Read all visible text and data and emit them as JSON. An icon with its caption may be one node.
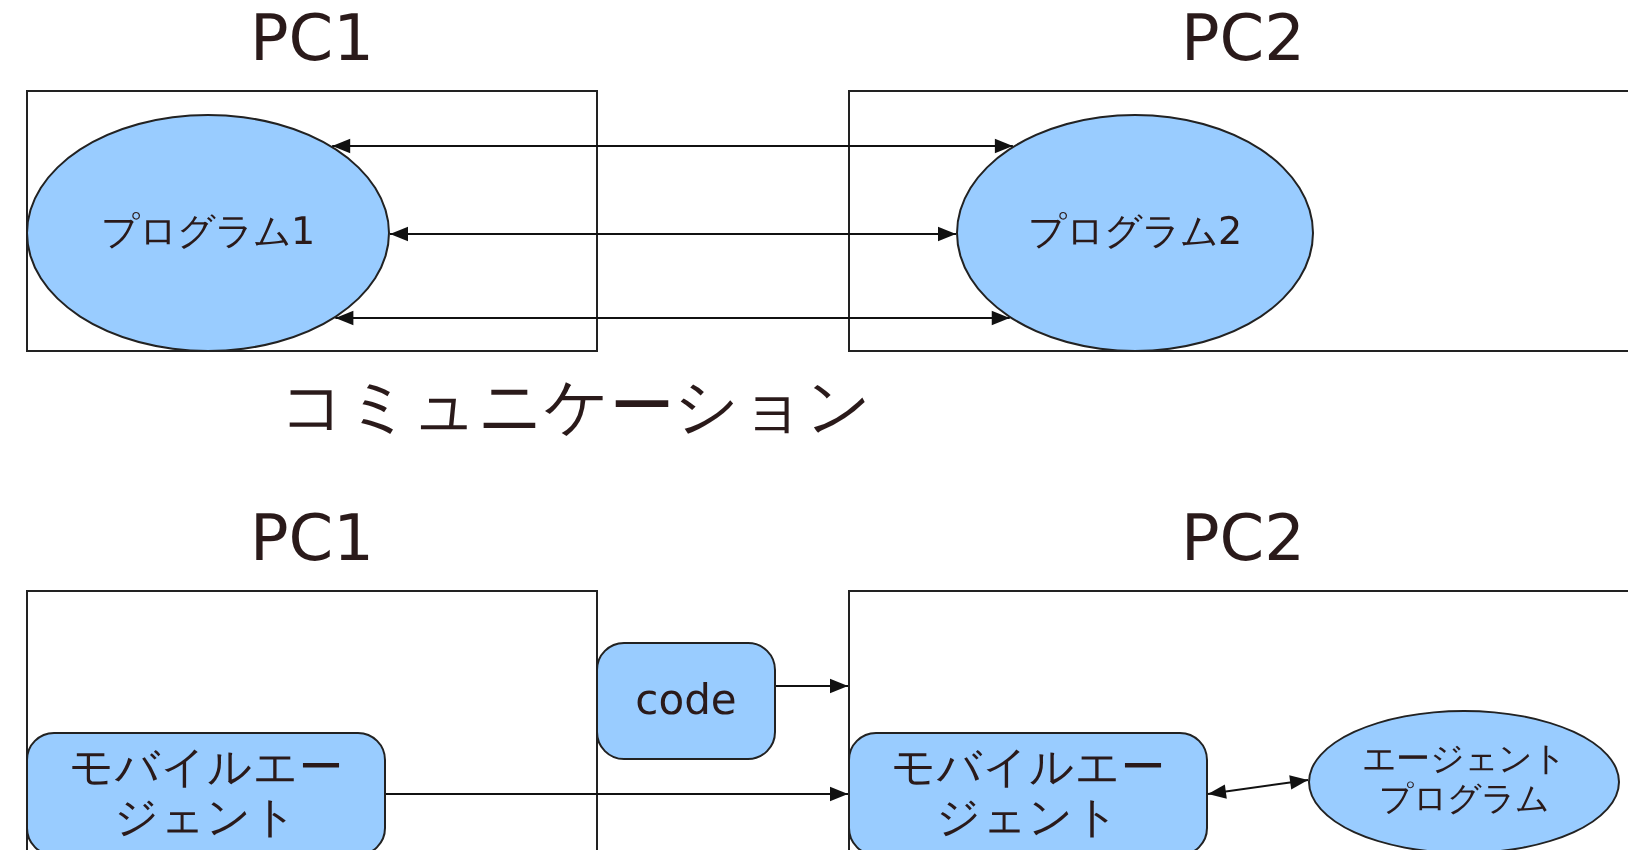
{
  "diagram": {
    "nodes": [
      {
        "text": [
          "PC1"
        ]
      },
      {
        "text": [
          "プログラム1"
        ],
        "in": 0
      },
      {
        "text": [
          "PC2"
        ]
      },
      {
        "text": [
          "プログラム2"
        ],
        "in": 2
      },
      {
        "text": [
          "PC1"
        ]
      },
      {
        "text": [
          "モバイルエージェント"
        ],
        "in": 4
      },
      {
        "text": [
          "PC2"
        ]
      },
      {
        "text": [
          "code"
        ]
      },
      {
        "text": [
          "モバイルエージェント"
        ],
        "in": 6
      },
      {
        "text": [
          "エージェントプログラム"
        ],
        "in": 6
      }
    ],
    "edges": [
      {
        "from": 1,
        "to": 3,
        "arrow": "both"
      },
      {
        "from": 1,
        "to": 3,
        "arrow": "both"
      },
      {
        "from": 1,
        "to": 3,
        "arrow": "both"
      },
      {
        "from": 5,
        "to": 8,
        "arrow": "to"
      },
      {
        "from": 7,
        "to": 6,
        "arrow": "to"
      },
      {
        "from": 8,
        "to": 9,
        "arrow": "both"
      }
    ],
    "labels": [
      "コミュニケーション"
    ]
  }
}
